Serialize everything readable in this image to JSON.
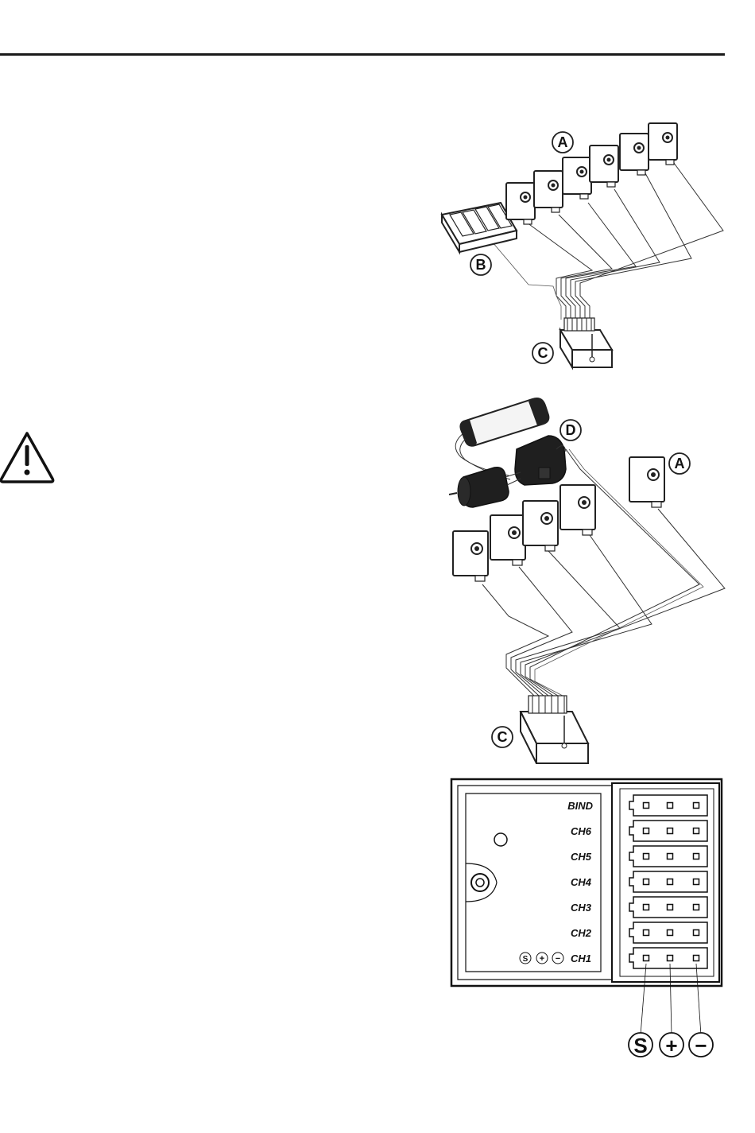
{
  "diagram1": {
    "callout_a": "A",
    "callout_b": "B",
    "callout_c": "C"
  },
  "diagram2": {
    "callout_d": "D",
    "callout_a": "A",
    "callout_c": "C"
  },
  "receiver": {
    "ports": [
      "BIND",
      "CH6",
      "CH5",
      "CH4",
      "CH3",
      "CH2",
      "CH1"
    ],
    "pin_symbols": [
      "S",
      "+",
      "−"
    ],
    "bottom_labels": [
      "S",
      "+",
      "−"
    ]
  },
  "warning_icon": "warning-triangle-icon"
}
